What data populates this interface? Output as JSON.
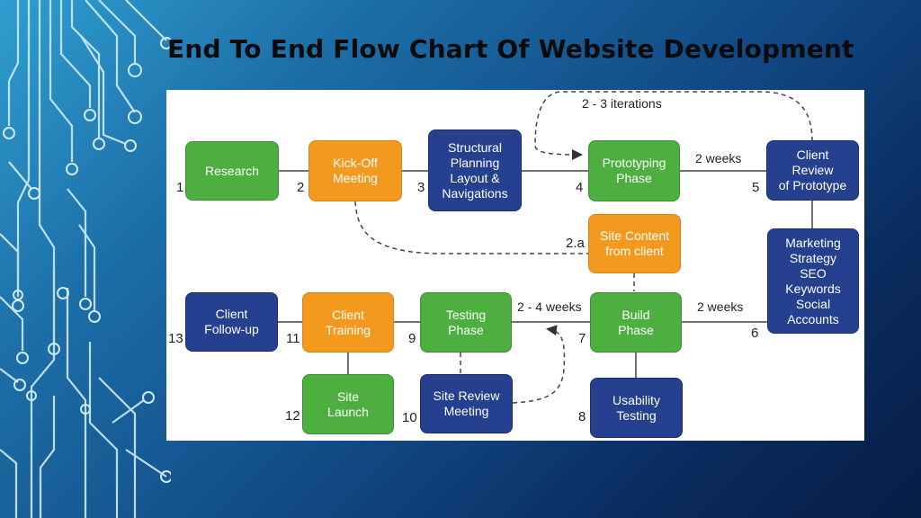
{
  "title": "End To End Flow Chart Of Website Development",
  "colors": {
    "green": "#4caf3f",
    "orange": "#f39a1e",
    "blue": "#25408f"
  },
  "nodes": {
    "research": "Research",
    "kickoff": "Kick-Off\nMeeting",
    "structural": "Structural\nPlanning\nLayout &\nNavigations",
    "prototyping": "Prototyping\nPhase",
    "client_review": "Client\nReview\nof Prototype",
    "site_content": "Site Content\nfrom client",
    "marketing": "Marketing\nStrategy\nSEO\nKeywords\nSocial Accounts",
    "client_followup": "Client\nFollow-up",
    "client_training": "Client\nTraining",
    "testing": "Testing\nPhase",
    "build": "Build\nPhase",
    "site_launch": "Site\nLaunch",
    "site_review": "Site Review\nMeeting",
    "usability": "Usability\nTesting"
  },
  "step_numbers": {
    "n1": "1",
    "n2": "2",
    "n3": "3",
    "n4": "4",
    "n5": "5",
    "n2a": "2.a",
    "n6": "6",
    "n7": "7",
    "n8": "8",
    "n9": "9",
    "n10": "10",
    "n11": "11",
    "n12": "12",
    "n13": "13"
  },
  "edge_labels": {
    "iterations": "2 -  3 iterations",
    "two_weeks_top": "2 weeks",
    "two_four_weeks": "2 - 4 weeks",
    "two_weeks_mid": "2 weeks"
  }
}
